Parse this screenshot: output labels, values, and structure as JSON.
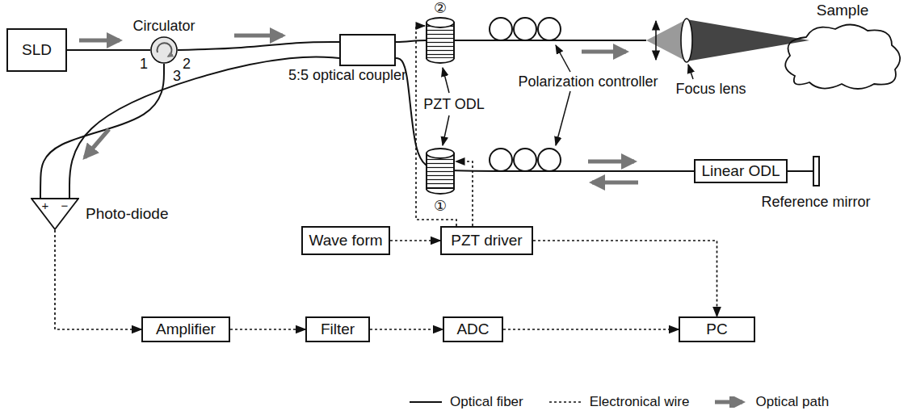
{
  "diagram": {
    "nodes": [
      {
        "text": [
          "SLD"
        ]
      },
      {
        "text": [
          "Circulator"
        ]
      },
      {
        "text": [
          "5:5 optical coupler"
        ]
      },
      {
        "text": [
          "Photo-diode"
        ]
      },
      {
        "text": [
          "Linear ODL"
        ]
      },
      {
        "text": [
          "Sample"
        ]
      },
      {
        "text": [
          "Wave form"
        ]
      },
      {
        "text": [
          "PZT driver"
        ]
      },
      {
        "text": [
          "Amplifier"
        ]
      },
      {
        "text": [
          "Filter"
        ]
      },
      {
        "text": [
          "ADC"
        ]
      },
      {
        "text": [
          "PC"
        ]
      }
    ],
    "edges": [
      {
        "from": 0,
        "to": 1,
        "arrow": "none"
      },
      {
        "from": 1,
        "to": 2,
        "arrow": "none"
      },
      {
        "from": 1,
        "to": 3,
        "arrow": "none"
      },
      {
        "from": 2,
        "to": 3,
        "arrow": "none"
      },
      {
        "from": 2,
        "to": 4,
        "arrow": "none"
      },
      {
        "from": 3,
        "to": 8,
        "arrow": "to"
      },
      {
        "from": 8,
        "to": 9,
        "arrow": "to"
      },
      {
        "from": 9,
        "to": 10,
        "arrow": "to"
      },
      {
        "from": 10,
        "to": 11,
        "arrow": "to"
      },
      {
        "from": 6,
        "to": 7,
        "arrow": "to"
      },
      {
        "from": 7,
        "to": 11,
        "arrow": "to"
      }
    ],
    "labels": [
      "1",
      "2",
      "3",
      "+",
      "−",
      "②",
      "①",
      "PZT ODL",
      "Polarization controller",
      "Focus lens",
      "Reference mirror"
    ],
    "legend": [
      {
        "text": "Optical fiber"
      },
      {
        "text": "Electronical wire"
      },
      {
        "text": "Optical path"
      }
    ]
  }
}
